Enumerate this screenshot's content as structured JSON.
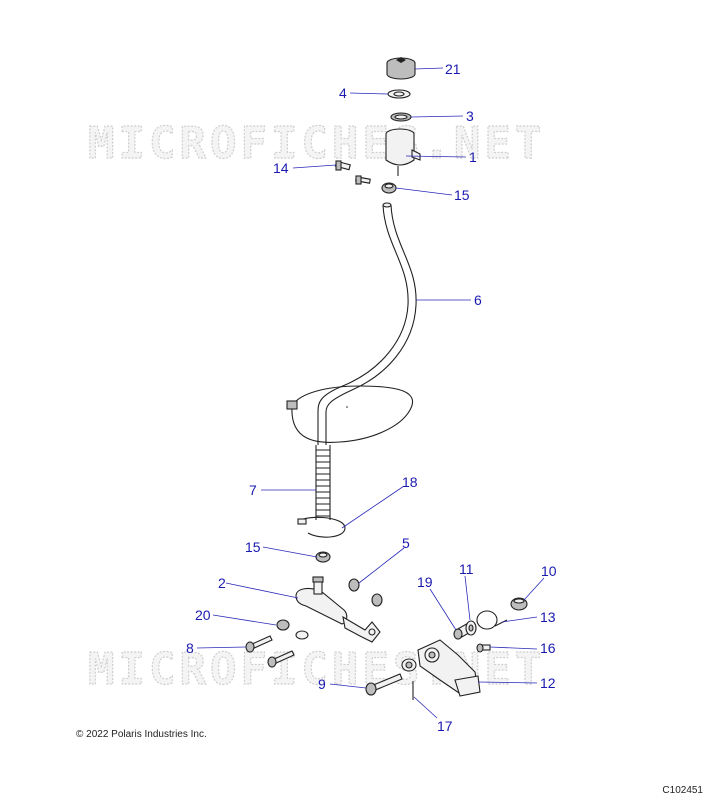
{
  "watermark": "MICROFICHES.NET",
  "copyright": "© 2022 Polaris Industries Inc.",
  "drawing_id": "C102451",
  "callouts": {
    "p21": "21",
    "p4": "4",
    "p3": "3",
    "p1": "1",
    "p14": "14",
    "p15a": "15",
    "p6": "6",
    "p7": "7",
    "p18": "18",
    "p15b": "15",
    "p5": "5",
    "p2": "2",
    "p19": "19",
    "p11": "11",
    "p10": "10",
    "p13": "13",
    "p20": "20",
    "p8": "8",
    "p16": "16",
    "p9": "9",
    "p12": "12",
    "p17": "17"
  },
  "colors": {
    "callout": "#1a1ab0",
    "leader": "#2a2ab8",
    "line_art": "#222222"
  }
}
